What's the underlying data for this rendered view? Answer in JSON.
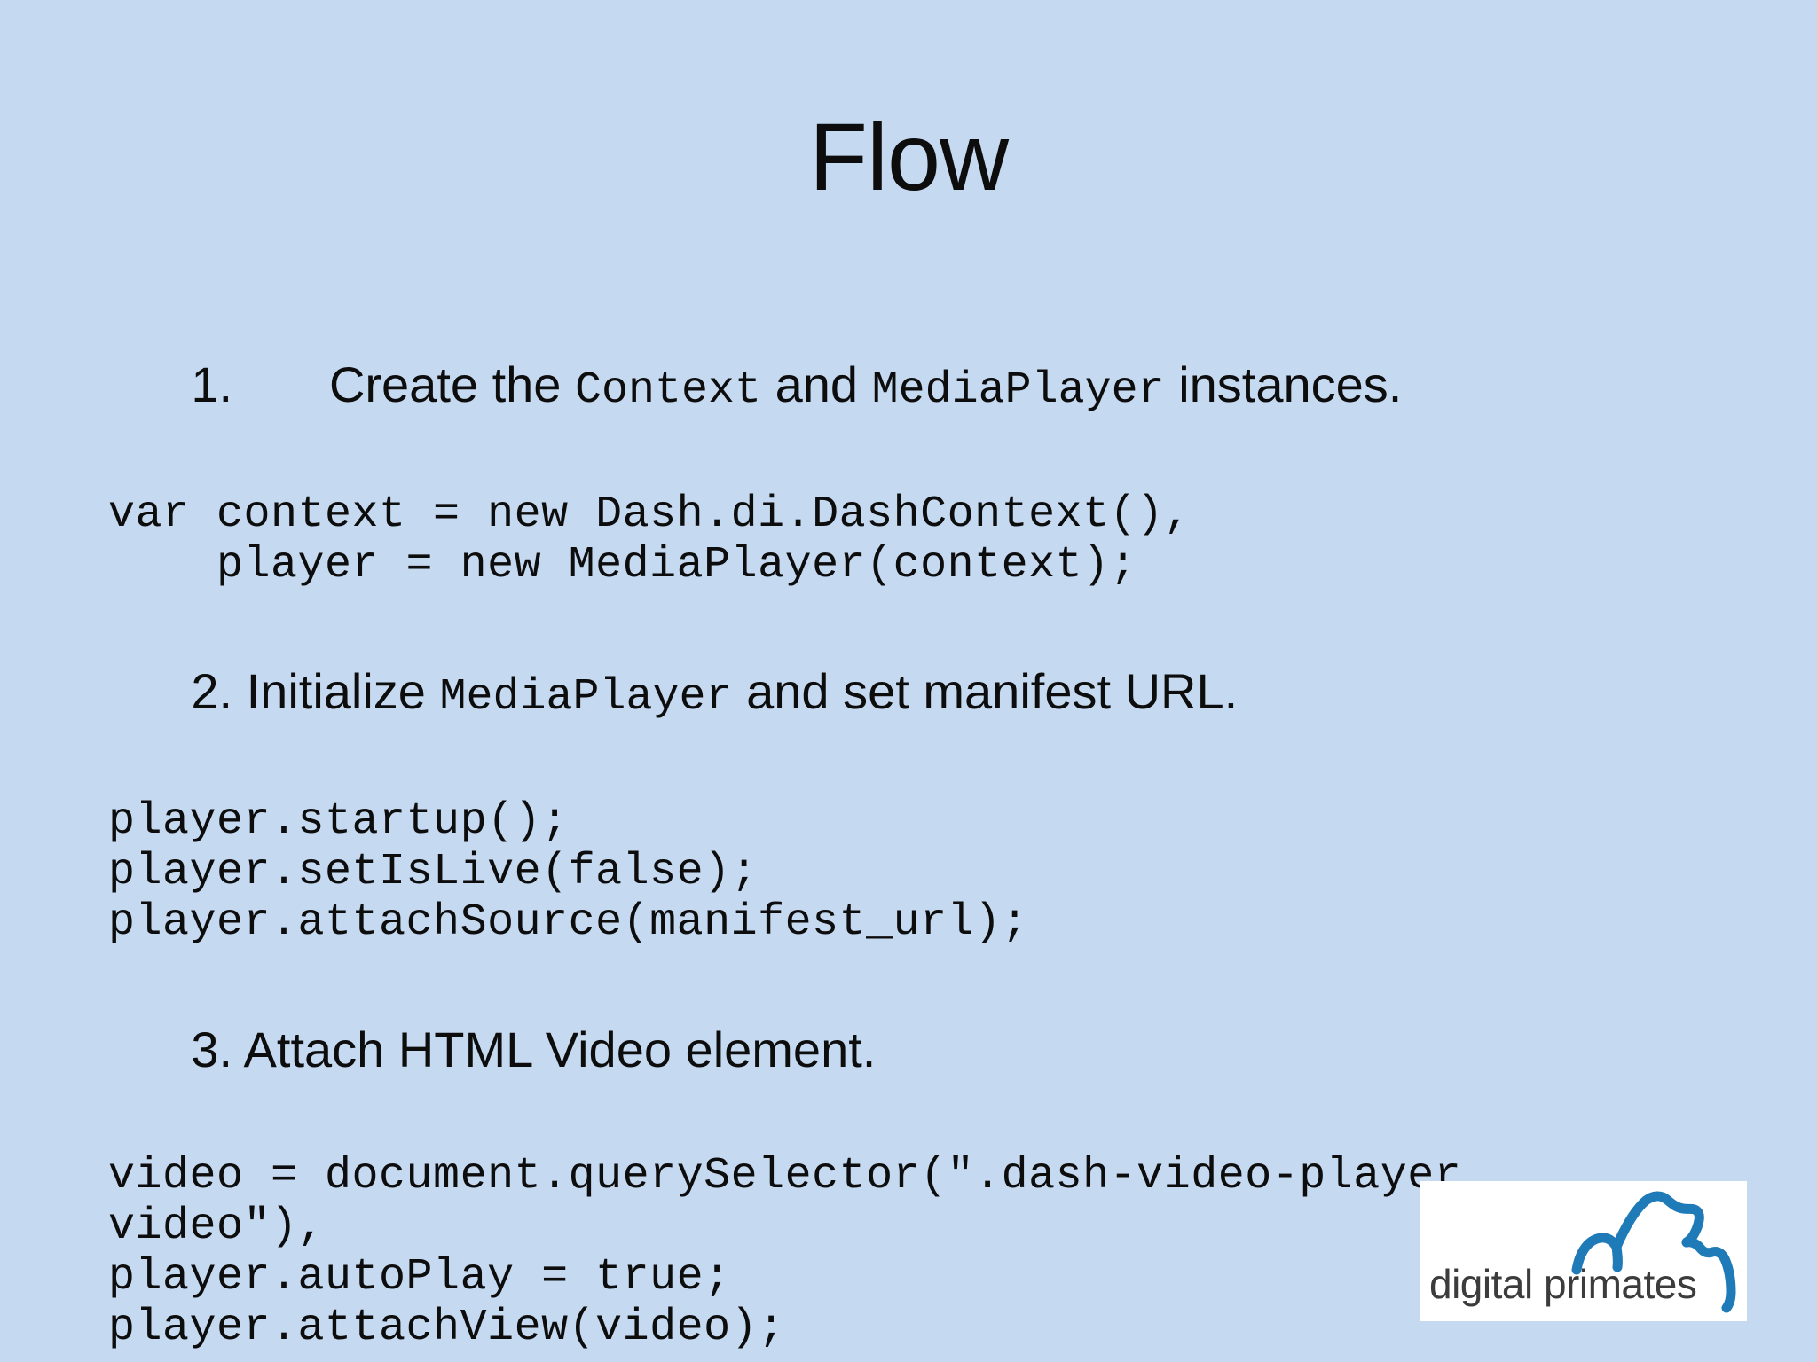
{
  "slide": {
    "title": "Flow",
    "background_color": "#c5d9f1",
    "text_color": "#0d0d0d"
  },
  "steps": [
    {
      "number": "1.",
      "heading_parts": [
        {
          "text": "1.\tCreate the ",
          "mono": false
        },
        {
          "text": "Context",
          "mono": true
        },
        {
          "text": " and ",
          "mono": false
        },
        {
          "text": "MediaPlayer",
          "mono": true
        },
        {
          "text": " instances.",
          "mono": false
        }
      ],
      "heading_plain": "1. Create the Context and MediaPlayer instances.",
      "code": [
        "var context = new Dash.di.DashContext(),",
        "    player = new MediaPlayer(context);"
      ]
    },
    {
      "number": "2.",
      "heading_parts": [
        {
          "text": "2. Initialize ",
          "mono": false
        },
        {
          "text": "MediaPlayer",
          "mono": true
        },
        {
          "text": " and set manifest URL.",
          "mono": false
        }
      ],
      "heading_plain": "2. Initialize MediaPlayer and set manifest URL.",
      "code": [
        "player.startup();",
        "player.setIsLive(false);",
        "player.attachSource(manifest_url);"
      ]
    },
    {
      "number": "3.",
      "heading_parts": [
        {
          "text": "3. Attach HTML Video element.",
          "mono": false
        }
      ],
      "heading_plain": "3. Attach HTML Video element.",
      "code": [
        "video = document.querySelector(\".dash-video-player video\"),",
        "player.autoPlay = true;",
        "player.attachView(video);"
      ]
    }
  ],
  "logo": {
    "wordmark": "digital primates",
    "mark_color": "#1f7ab8",
    "text_color": "#3c3c3c",
    "background_color": "#ffffff",
    "alt": "digital primates"
  }
}
